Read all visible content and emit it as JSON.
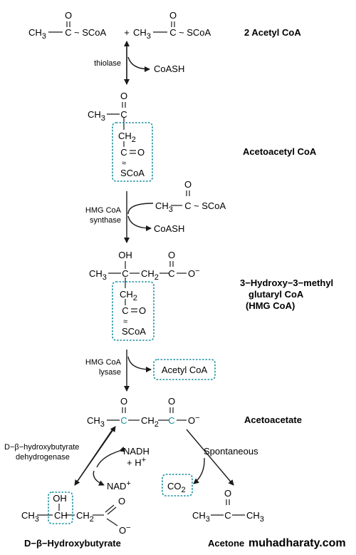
{
  "labels": {
    "acetyl_coa_2": "2 Acetyl CoA",
    "acetoacetyl_coa": "Acetoacetyl CoA",
    "hmg_coa_line1": "3−Hydroxy−3−methyl",
    "hmg_coa_line2": "glutaryl CoA",
    "hmg_coa_line3": "(HMG CoA)",
    "acetoacetate": "Acetoacetate",
    "hydroxybutyrate": "D−β−Hydroxybutyrate",
    "acetone": "Acetone"
  },
  "enzymes": {
    "thiolase": "thiolase",
    "hmg_synthase_1": "HMG CoA",
    "hmg_synthase_2": "synthase",
    "hmg_lyase_1": "HMG CoA",
    "hmg_lyase_2": "lysase",
    "dehydrogenase_1": "D−β−hydroxybutyrate",
    "dehydrogenase_2": "dehydrogenase",
    "spontaneous": "Spontaneous"
  },
  "cofactors": {
    "coash_1": "CoASH",
    "coash_2": "CoASH",
    "acetyl_coa_box": "Acetyl CoA",
    "nadh": "NADH",
    "h_plus": "+ H",
    "nad": "NAD",
    "co2": "CO"
  },
  "atoms": {
    "ch3": "CH",
    "ch2": "CH",
    "ch": "CH",
    "c": "C",
    "o": "O",
    "oh": "OH",
    "scoa": "SCoA",
    "tilde_scoa": "~ SCoA",
    "plus": "+",
    "tilde": "≈",
    "sub3": "3",
    "sub2": "2",
    "sup_minus": "−",
    "sup_plus": "+"
  },
  "watermark": "muhadharaty.com",
  "colors": {
    "highlight": "#1a8fa0",
    "ink": "#1a1a1a"
  }
}
